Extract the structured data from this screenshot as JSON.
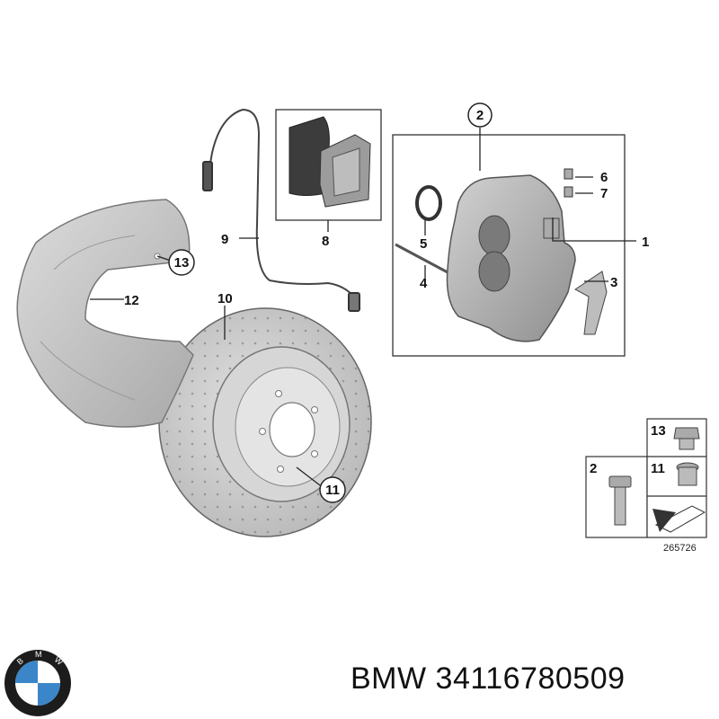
{
  "callouts": {
    "c1": "1",
    "c2": "2",
    "c3": "3",
    "c4": "4",
    "c5": "5",
    "c6": "6",
    "c7": "7",
    "c8": "8",
    "c9": "9",
    "c10": "10",
    "c11": "11",
    "c12": "12",
    "c13": "13"
  },
  "inset": {
    "item_a": "2",
    "item_b": "13",
    "item_c": "11"
  },
  "drawing_number": "265726",
  "brand": {
    "logo_letters": "BMW",
    "text": "BMW 34116780509"
  },
  "colors": {
    "part_gray": "#c9c9c9",
    "line": "#222222",
    "logo_blue": "#3a86c8"
  }
}
